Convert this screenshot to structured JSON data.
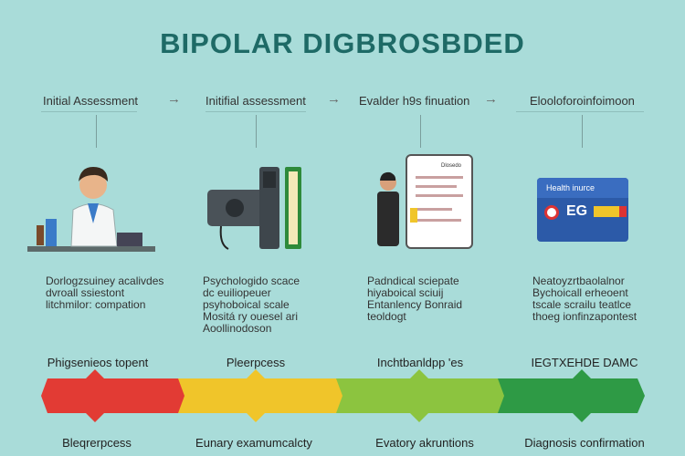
{
  "title": "BIPOLAR DIGBROSBDED",
  "steps": [
    "Initial Assessment",
    "Initifial assessment",
    "Evalder h9s finuation",
    "Elooloforoinfoimoon"
  ],
  "arrow": "→",
  "card": {
    "title": "Health inurce",
    "code": "EG"
  },
  "tablet": {
    "header": "Dlosedo"
  },
  "descriptions": [
    [
      "Dorlogzsuiney acalivdes",
      "dvroall ssiestont",
      "litchmilor: compation"
    ],
    [
      "Psychologido scace",
      "dc euiliopeuer",
      "psyhoboical scale",
      "Mositá ry ouesel ari",
      "Aoollinodoson"
    ],
    [
      "Padndical sciepate",
      "hiyaboical sciuij",
      "Entanlency Bonraid",
      "teoldogt"
    ],
    [
      "Neatoyzrtbaolalnor",
      "Bychoicall erheoent",
      "tscale scrailu teatlce",
      "thoeg ionfinzapontest"
    ]
  ],
  "timeline_top": [
    "Phigsenieos topent",
    "Pleerpcess",
    "Inchtbanldpp 'es",
    "IEGTXEHDE DAMC"
  ],
  "timeline_bottom": [
    "Bleqrerpcess",
    "Eunary examumcalcty",
    "Evatory akruntions",
    "Diagnosis confirmation"
  ],
  "colors": {
    "red": "#e23b34",
    "yellow": "#f0c52a",
    "lightgreen": "#8cc43f",
    "darkgreen": "#2e9a45",
    "title": "#1e6a66"
  }
}
